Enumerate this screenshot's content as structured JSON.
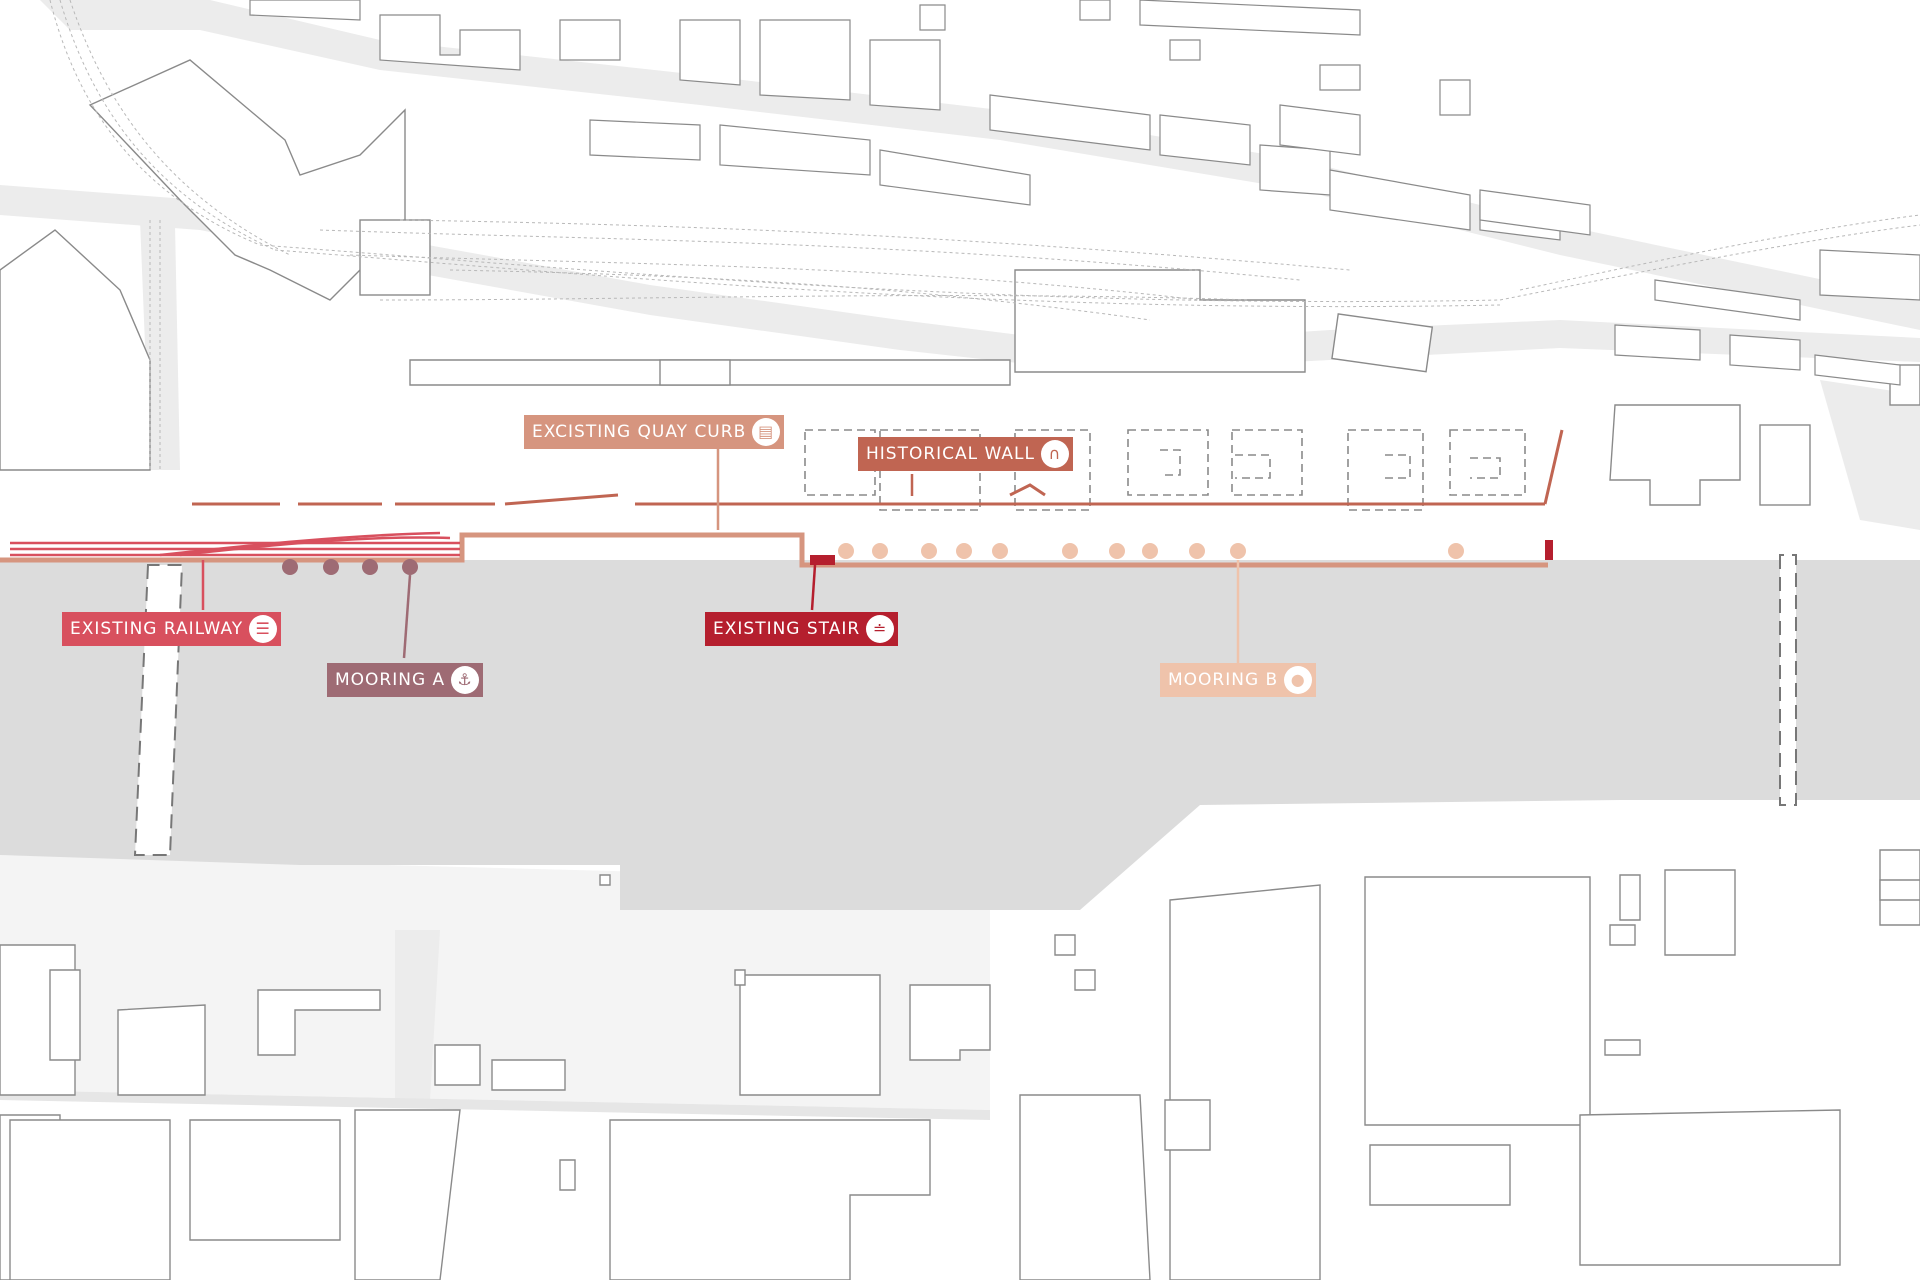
{
  "labels": {
    "quay_curb": "EXCISTING QUAY CURB",
    "historical_wall": "HISTORICAL WALL",
    "railway": "EXISTING RAILWAY",
    "mooring_a": "MOORING A",
    "stair": "EXISTING STAIR",
    "mooring_b": "MOORING B"
  },
  "icons": {
    "quay_curb": "quay-curb-icon",
    "historical_wall": "arch-icon",
    "railway": "railway-track-icon",
    "mooring_a": "anchor-icon",
    "stair": "stair-icon",
    "mooring_b": "mooring-bollard-icon"
  },
  "colors": {
    "railway": "#d8505e",
    "mooring_a": "#9e6b74",
    "stair": "#b51f2e",
    "quay_curb": "#d6957f",
    "historical_wall": "#c06552",
    "mooring_b": "#efc3ab",
    "river": "#dcdcdc",
    "roads": "#ececec",
    "buildings": "#ffffff",
    "building_outline": "#8a8a8a"
  }
}
